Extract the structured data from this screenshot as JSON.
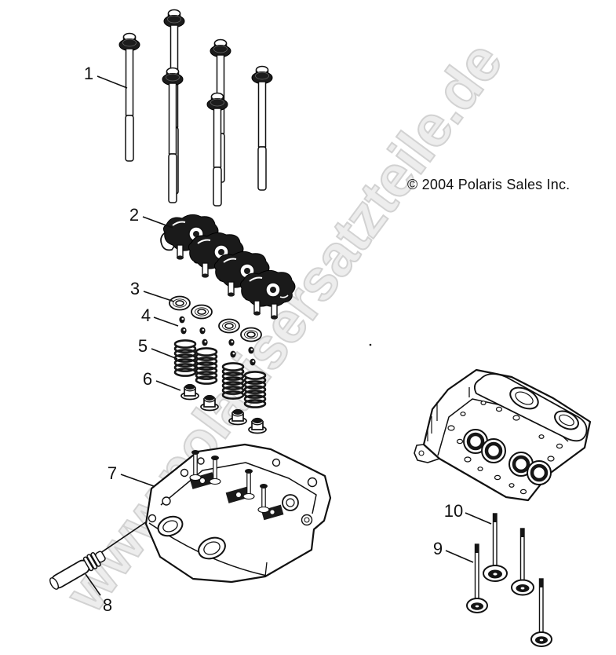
{
  "page": {
    "background": "#ffffff"
  },
  "watermark": {
    "text": "www.polarisersatzteile.de",
    "fill": "#ededed",
    "stroke": "#d2d2d2"
  },
  "copyright": {
    "text": "© 2004 Polaris Sales Inc.",
    "color": "#111111"
  },
  "diagram": {
    "type": "exploded-parts-diagram",
    "line_color": "#1a1a1a",
    "callouts": [
      {
        "label": "1"
      },
      {
        "label": "2"
      },
      {
        "label": "3"
      },
      {
        "label": "4"
      },
      {
        "label": "5"
      },
      {
        "label": "6"
      },
      {
        "label": "7"
      },
      {
        "label": "8"
      },
      {
        "label": "9"
      },
      {
        "label": "10"
      }
    ]
  }
}
